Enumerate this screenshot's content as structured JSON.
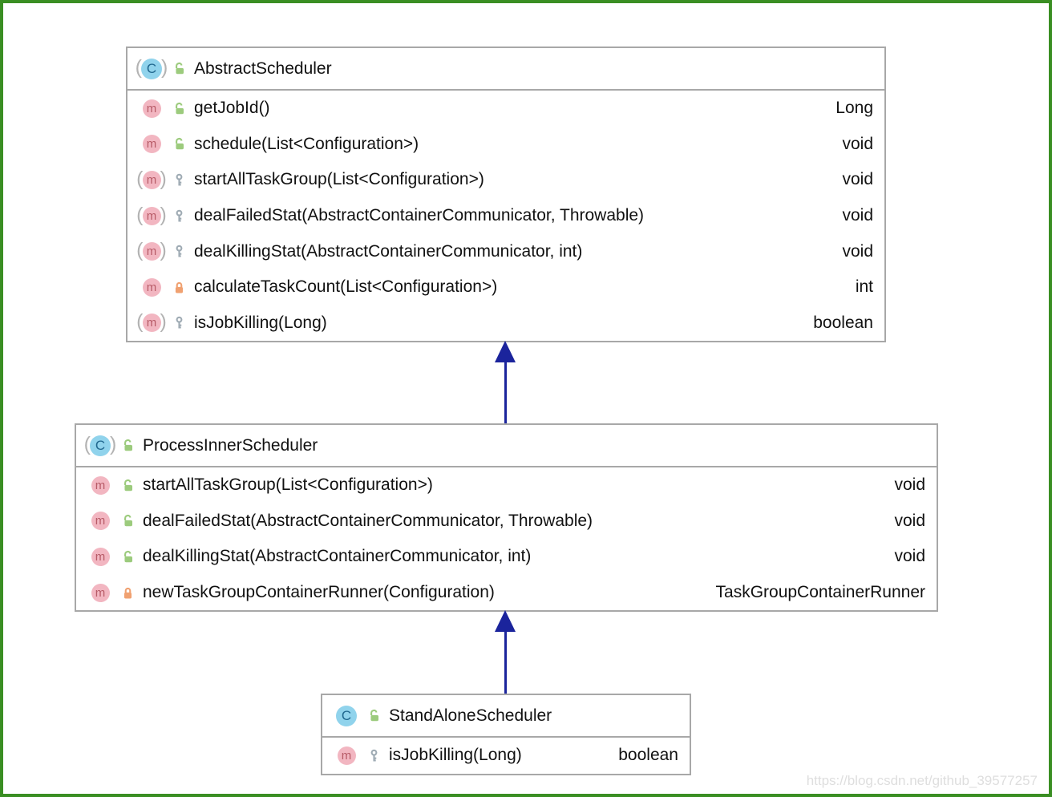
{
  "diagram": {
    "watermark": "https://blog.csdn.net/github_39577257",
    "classes": [
      {
        "name": "AbstractScheduler",
        "kind": "abstract class",
        "visibility": "public",
        "methods": [
          {
            "signature": "getJobId()",
            "returns": "Long",
            "visibility": "public",
            "abstract": false
          },
          {
            "signature": "schedule(List<Configuration>)",
            "returns": "void",
            "visibility": "public",
            "abstract": false
          },
          {
            "signature": "startAllTaskGroup(List<Configuration>)",
            "returns": "void",
            "visibility": "protected",
            "abstract": true
          },
          {
            "signature": "dealFailedStat(AbstractContainerCommunicator, Throwable)",
            "returns": "void",
            "visibility": "protected",
            "abstract": true
          },
          {
            "signature": "dealKillingStat(AbstractContainerCommunicator, int)",
            "returns": "void",
            "visibility": "protected",
            "abstract": true
          },
          {
            "signature": "calculateTaskCount(List<Configuration>)",
            "returns": "int",
            "visibility": "private",
            "abstract": false
          },
          {
            "signature": "isJobKilling(Long)",
            "returns": "boolean",
            "visibility": "protected",
            "abstract": true
          }
        ]
      },
      {
        "name": "ProcessInnerScheduler",
        "kind": "abstract class",
        "visibility": "public",
        "methods": [
          {
            "signature": "startAllTaskGroup(List<Configuration>)",
            "returns": "void",
            "visibility": "public",
            "abstract": false
          },
          {
            "signature": "dealFailedStat(AbstractContainerCommunicator, Throwable)",
            "returns": "void",
            "visibility": "public",
            "abstract": false
          },
          {
            "signature": "dealKillingStat(AbstractContainerCommunicator, int)",
            "returns": "void",
            "visibility": "public",
            "abstract": false
          },
          {
            "signature": "newTaskGroupContainerRunner(Configuration)",
            "returns": "TaskGroupContainerRunner",
            "visibility": "private",
            "abstract": false
          }
        ]
      },
      {
        "name": "StandAloneScheduler",
        "kind": "class",
        "visibility": "public",
        "methods": [
          {
            "signature": "isJobKilling(Long)",
            "returns": "boolean",
            "visibility": "protected",
            "abstract": false
          }
        ]
      }
    ],
    "edges": [
      {
        "from": "ProcessInnerScheduler",
        "to": "AbstractScheduler",
        "type": "extends"
      },
      {
        "from": "StandAloneScheduler",
        "to": "ProcessInnerScheduler",
        "type": "extends"
      }
    ],
    "colors": {
      "frame_border": "#3a8e23",
      "box_border": "#a8a8a8",
      "arrow": "#1b249c",
      "class_icon_bg": "#90d3ec",
      "class_icon_fg": "#21688f",
      "method_icon_bg": "#f2b6c1",
      "method_icon_fg": "#b75b67",
      "public_icon": "#9ccb7d",
      "protected_icon": "#9fabb4",
      "private_icon": "#f0a171",
      "watermark_text": "#dedede"
    },
    "icons": {
      "class": "class-icon",
      "abstract_class": "abstract-class-icon",
      "method": "method-icon",
      "abstract_method": "abstract-method-icon",
      "public": "open-lock-icon",
      "protected": "key-icon",
      "private": "closed-lock-icon"
    }
  }
}
